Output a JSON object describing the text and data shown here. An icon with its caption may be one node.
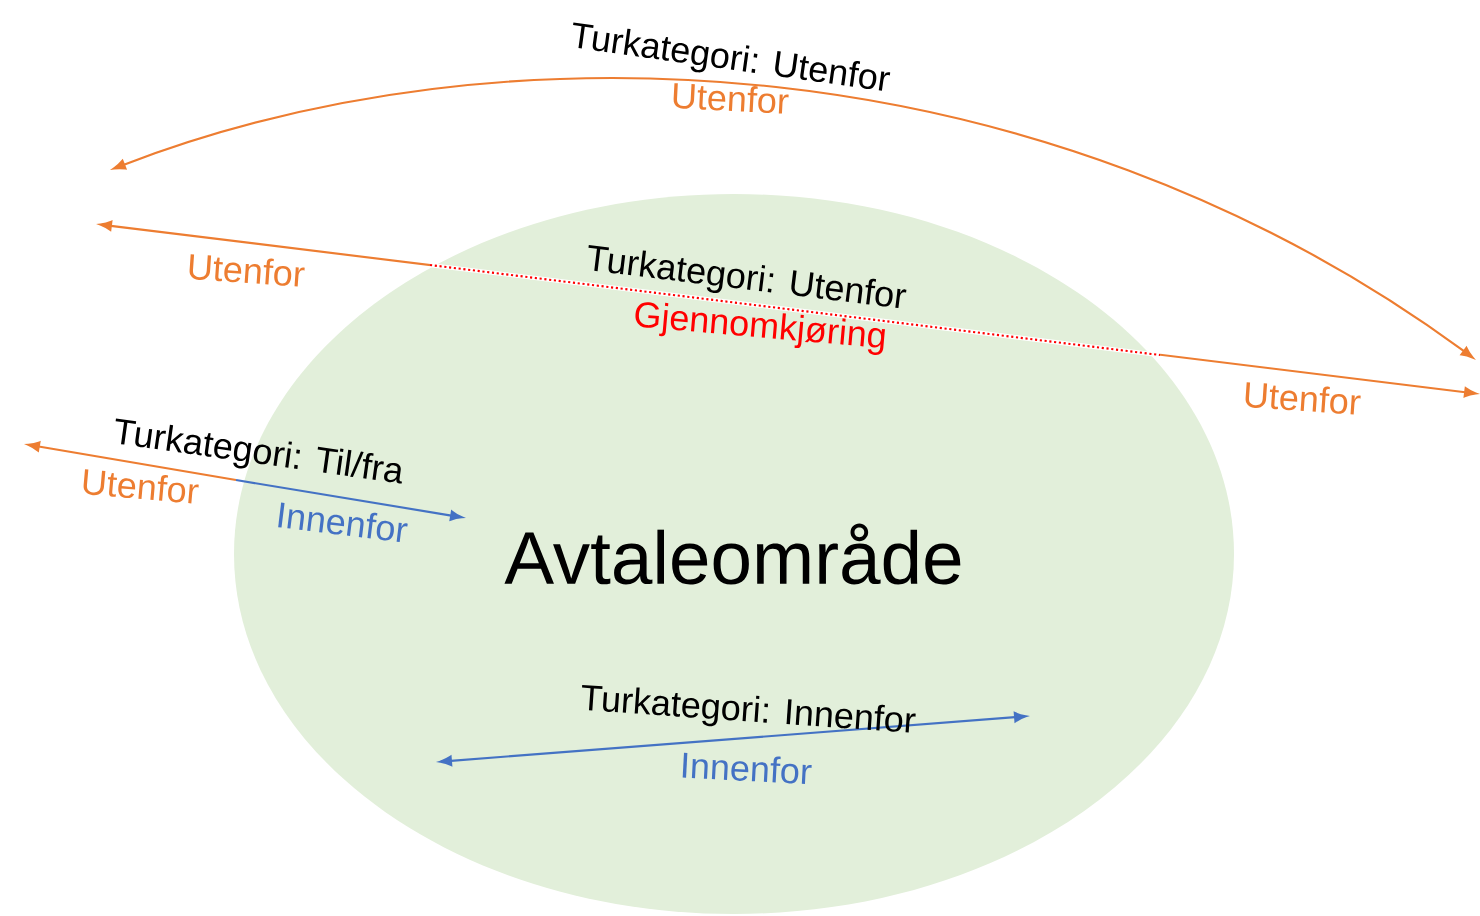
{
  "diagram": {
    "nodes": [
      {
        "text": [
          "Avtaleområde"
        ]
      }
    ],
    "labels": [
      "Turkategori: Utenfor",
      "Utenfor",
      "Utenfor",
      "Turkategori: Utenfor",
      "Gjennomkjøring",
      "Utenfor",
      "Turkategori: Til/fra",
      "Utenfor",
      "Innenfor",
      "Turkategori: Innenfor",
      "Innenfor"
    ]
  }
}
